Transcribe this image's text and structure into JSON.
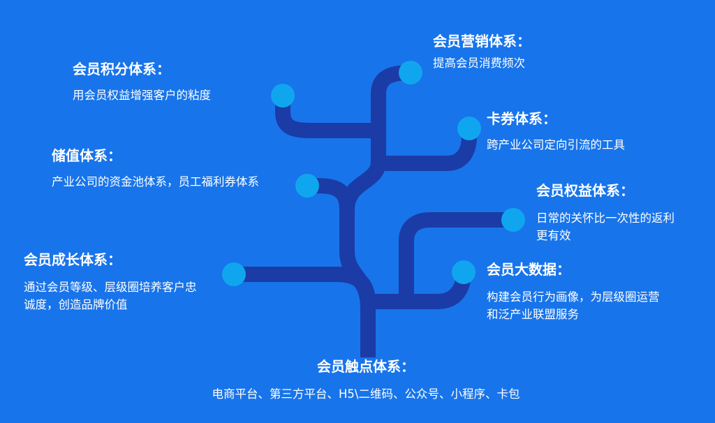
{
  "colors": {
    "background": "#1874EA",
    "trunk": "#1B3BA6",
    "node": "#10A6EF",
    "text": "#FFFFFF"
  },
  "blocks": [
    {
      "id": "marketing",
      "title": "会员营销体系：",
      "desc": [
        "提高会员消费频次"
      ]
    },
    {
      "id": "points",
      "title": "会员积分体系：",
      "desc": [
        "用会员权益增强客户的粘度"
      ]
    },
    {
      "id": "coupon",
      "title": "卡券体系：",
      "desc": [
        "跨产业公司定向引流的工具"
      ]
    },
    {
      "id": "stored-value",
      "title": "储值体系：",
      "desc": [
        "产业公司的资金池体系，员工福利券体系"
      ]
    },
    {
      "id": "rights",
      "title": "会员权益体系：",
      "desc": [
        "日常的关怀比一次性的返利",
        "更有效"
      ]
    },
    {
      "id": "growth",
      "title": "会员成长体系：",
      "desc": [
        "通过会员等级、层级圈培养客户忠",
        "诚度，创造品牌价值"
      ]
    },
    {
      "id": "bigdata",
      "title": "会员大数据：",
      "desc": [
        "构建会员行为画像，为层级圈运营",
        "和泛产业联盟服务"
      ]
    },
    {
      "id": "touchpoint",
      "title": "会员触点体系：",
      "desc": [
        "电商平台、第三方平台、H5\\二维码、公众号、小程序、卡包"
      ]
    }
  ]
}
